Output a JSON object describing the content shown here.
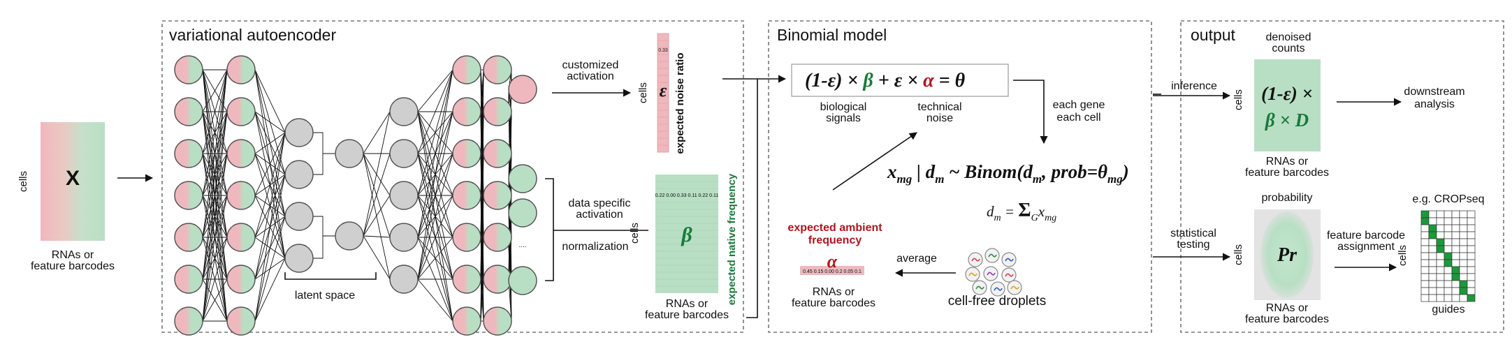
{
  "panels": {
    "vae_title": "variational autoencoder",
    "binomial_title": "Binomial model",
    "output_title": "output"
  },
  "input": {
    "matrix_label": "X",
    "rows_label": "cells",
    "cols_label_1": "RNAs or",
    "cols_label_2": "feature barcodes"
  },
  "vae": {
    "latent_label": "latent space",
    "ellipsis": "....",
    "customized_1": "customized",
    "customized_2": "activation",
    "data_specific_1": "data specific",
    "data_specific_2": "activation",
    "normalization": "normalization"
  },
  "epsilon_matrix": {
    "symbol": "ε",
    "value": "0.33",
    "rows_label": "cells",
    "side_label": "expected noise ratio"
  },
  "beta_matrix": {
    "symbol": "β",
    "values": "0.22 0.00 0.33 0.11 0.22 0.11",
    "rows_label": "cells",
    "side_label": "expected native frequency",
    "cols_label_1": "RNAs or",
    "cols_label_2": "feature barcodes"
  },
  "binomial": {
    "eq_part1": "(1-ε) × ",
    "eq_beta": "β",
    "eq_part2": " + ε × ",
    "eq_alpha": "α",
    "eq_part3": " = θ",
    "bio_1": "biological",
    "bio_2": "signals",
    "tech_1": "technical",
    "tech_2": "noise",
    "each_gene": "each gene",
    "each_cell": "each cell",
    "binom_eq": "x_mg | d_m ~ Binom(d_m, prob=θ_mg)",
    "dm_eq": "d_m = Σ_G x_mg",
    "ambient_1": "expected ambient",
    "ambient_2": "frequency",
    "alpha_symbol": "α",
    "alpha_values": "0.45 0.15 0.00 0.2 0.05  0.1",
    "alpha_cols_1": "RNAs or",
    "alpha_cols_2": "feature barcodes",
    "average": "average",
    "droplets": "cell-free droplets"
  },
  "output": {
    "denoised_1": "denoised",
    "denoised_2": "counts",
    "inference": "inference",
    "denoise_expr_1": "(1-ε) ×",
    "denoise_expr_2": "β × D",
    "rows_label": "cells",
    "cols_1": "RNAs or",
    "cols_2": "feature barcodes",
    "downstream_1": "downstream",
    "downstream_2": "analysis",
    "probability": "probability",
    "stat_1": "statistical",
    "stat_2": "testing",
    "pr_symbol": "Pr",
    "pr_rows": "cells",
    "pr_cols_1": "RNAs or",
    "pr_cols_2": "feature barcodes",
    "fb_1": "feature barcode",
    "fb_2": "assignment",
    "crop_title": "e.g. CROPseq",
    "grid_rows": "cells",
    "grid_cols": "guides"
  },
  "colors": {
    "pink": "#efb8be",
    "green": "#b8dfc4",
    "beta_green": "#1a7a3a",
    "alpha_red": "#b0151e",
    "grid_fill": "#1a9a3a"
  }
}
